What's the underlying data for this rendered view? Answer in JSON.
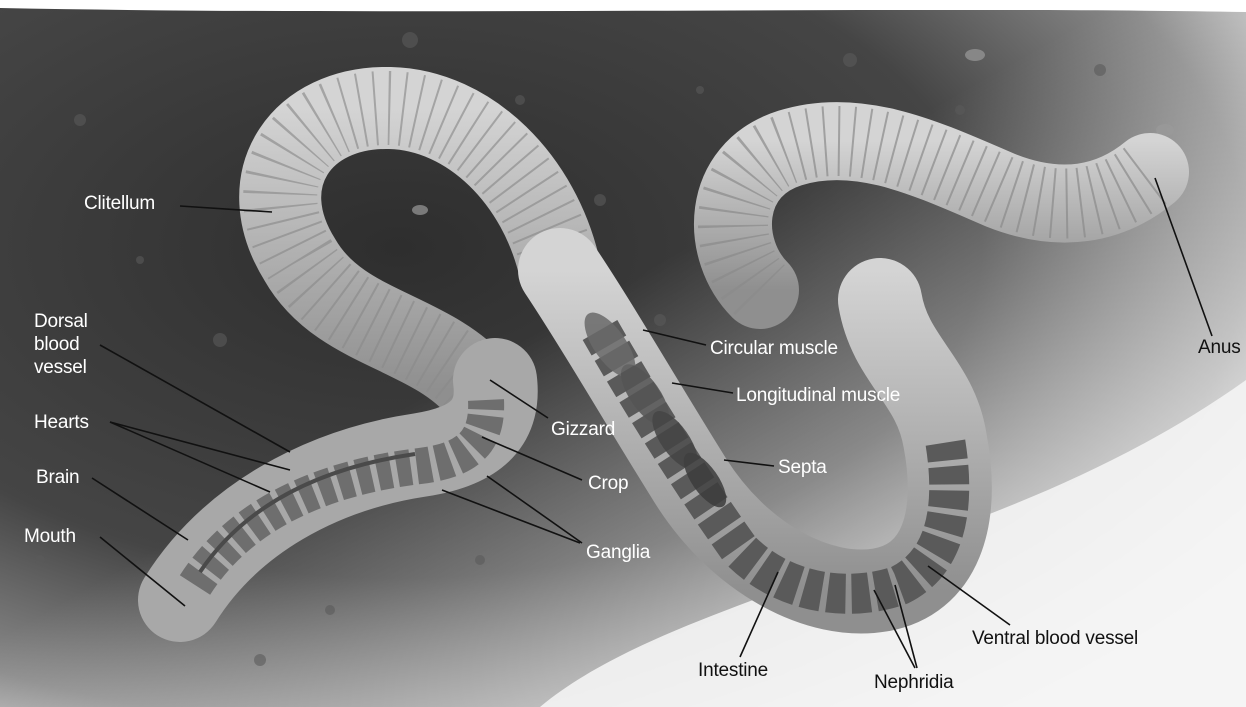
{
  "diagram": {
    "subject": "earthworm-anatomy",
    "colors": {
      "background_dark": "#3a3a3a",
      "background_light": "#f2f2f2",
      "worm_body": "#b9b9b9",
      "label_on_dark": "#ffffff",
      "label_on_light": "#111111",
      "leader_line": "#111111"
    },
    "labels": {
      "clitellum": "Clitellum",
      "dorsal_blood_vessel": "Dorsal\nblood\nvessel",
      "hearts": "Hearts",
      "brain": "Brain",
      "mouth": "Mouth",
      "gizzard": "Gizzard",
      "crop": "Crop",
      "ganglia": "Ganglia",
      "circular_muscle": "Circular muscle",
      "longitudinal_muscle": "Longitudinal muscle",
      "septa": "Septa",
      "intestine": "Intestine",
      "nephridia": "Nephridia",
      "ventral_blood_vessel": "Ventral blood vessel",
      "anus": "Anus"
    }
  }
}
